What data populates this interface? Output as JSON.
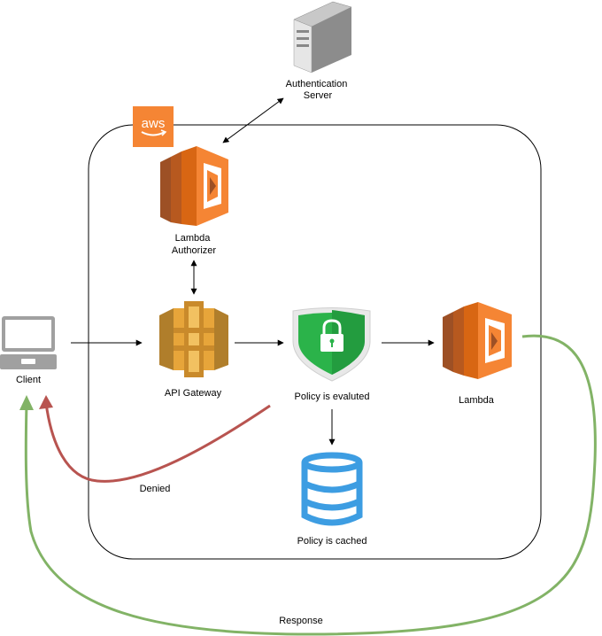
{
  "diagram": {
    "aws_badge_text": "aws",
    "nodes": {
      "auth_server": {
        "line1": "Authentication",
        "line2": "Server"
      },
      "lambda_authorizer": {
        "line1": "Lambda",
        "line2": "Authorizer"
      },
      "client": {
        "label": "Client"
      },
      "api_gateway": {
        "label": "API Gateway"
      },
      "policy_evaluated": {
        "label": "Policy is evaluted"
      },
      "lambda": {
        "label": "Lambda"
      },
      "policy_cached": {
        "label": "Policy is cached"
      }
    },
    "edges": {
      "denied": {
        "label": "Denied",
        "color": "#b85450"
      },
      "response": {
        "label": "Response",
        "color": "#82b366"
      }
    },
    "colors": {
      "lambda_orange": "#f58534",
      "gateway_gold": "#e7a53a",
      "shield_green": "#2bb34a",
      "db_blue": "#3d9de2",
      "aws_badge": "#f58534"
    }
  }
}
